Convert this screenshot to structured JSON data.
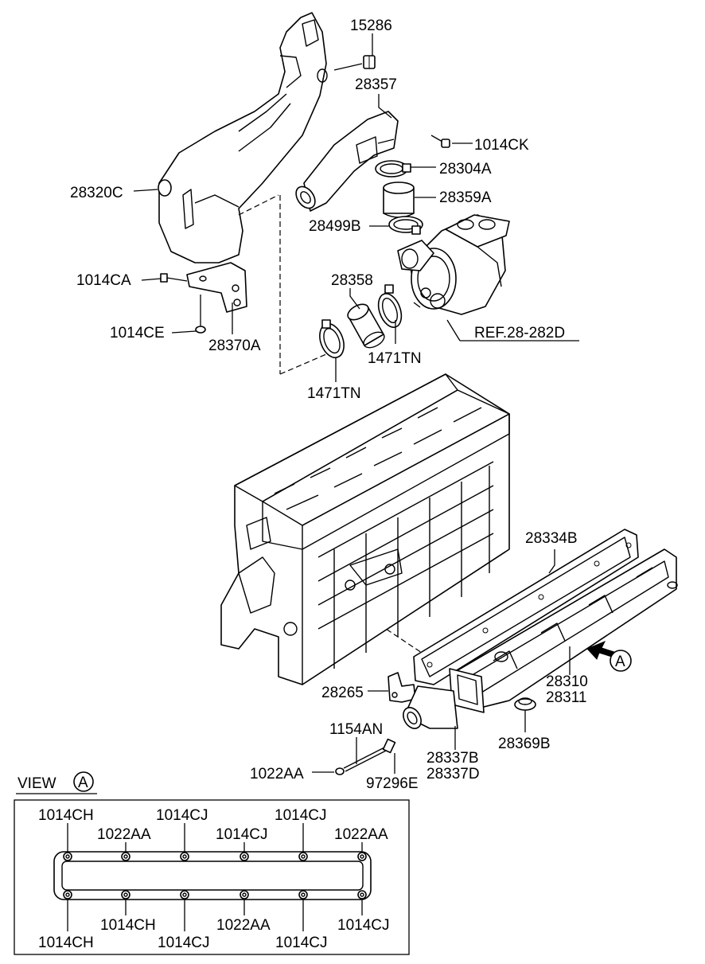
{
  "labels": {
    "p15286": "15286",
    "p28357": "28357",
    "p1014CK": "1014CK",
    "p28304A": "28304A",
    "p28320C": "28320C",
    "p28359A": "28359A",
    "p28499B": "28499B",
    "p1014CA": "1014CA",
    "p28358": "28358",
    "p1014CE": "1014CE",
    "p28370A": "28370A",
    "ref": "REF.28-282D",
    "p1471TN_a": "1471TN",
    "p1471TN_b": "1471TN",
    "p28334B": "28334B",
    "callout_a": "A",
    "p28310": "28310",
    "p28311": "28311",
    "p28265": "28265",
    "p1154AN": "1154AN",
    "p28369B": "28369B",
    "p28337B": "28337B",
    "p28337D": "28337D",
    "p1022AA": "1022AA",
    "p97296E": "97296E"
  },
  "view": {
    "title": "VIEW",
    "letter": "A",
    "top_labels": [
      "1014CH",
      "1022AA",
      "1014CJ",
      "1014CJ",
      "1014CJ",
      "1022AA"
    ],
    "bottom_labels": [
      "1014CH",
      "1014CH",
      "1014CJ",
      "1022AA",
      "1014CJ",
      "1014CJ"
    ]
  }
}
